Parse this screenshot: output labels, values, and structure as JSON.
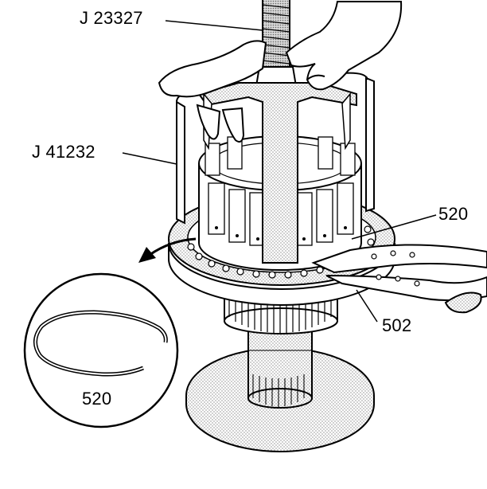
{
  "callouts": {
    "tool_compressor": "J 23327",
    "tool_fixture": "J 41232",
    "snap_ring_installed": "520",
    "clutch_housing": "502",
    "snap_ring_detail": "520"
  },
  "icons": {
    "removal_arrow": "curved-arrow-left-icon",
    "detail_view": "magnified-snap-ring-inset"
  }
}
